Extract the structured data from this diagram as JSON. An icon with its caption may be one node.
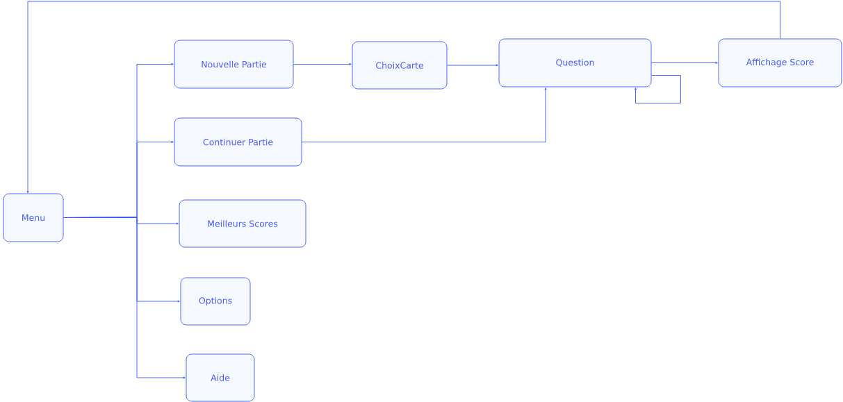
{
  "diagram": {
    "nodes": [
      {
        "text": [
          "Menu"
        ]
      },
      {
        "text": [
          "Nouvelle Partie"
        ]
      },
      {
        "text": [
          "ChoixCarte"
        ]
      },
      {
        "text": [
          "Question"
        ]
      },
      {
        "text": [
          "Affichage Score"
        ]
      },
      {
        "text": [
          "Continuer Partie"
        ]
      },
      {
        "text": [
          "Meilleurs Scores"
        ]
      },
      {
        "text": [
          "Options"
        ]
      },
      {
        "text": [
          "Aide"
        ]
      }
    ],
    "edges": [
      {
        "from": 0,
        "to": 1,
        "arrow": "to"
      },
      {
        "from": 0,
        "to": 5,
        "arrow": "to"
      },
      {
        "from": 0,
        "to": 6,
        "arrow": "to"
      },
      {
        "from": 0,
        "to": 7,
        "arrow": "to"
      },
      {
        "from": 0,
        "to": 8,
        "arrow": "to"
      },
      {
        "from": 1,
        "to": 2,
        "arrow": "to"
      },
      {
        "from": 2,
        "to": 3,
        "arrow": "to"
      },
      {
        "from": 3,
        "to": 4,
        "arrow": "to"
      },
      {
        "from": 5,
        "to": 3,
        "arrow": "to"
      },
      {
        "from": 3,
        "to": 3,
        "arrow": "to"
      },
      {
        "from": 4,
        "to": 0,
        "arrow": "to"
      }
    ]
  }
}
